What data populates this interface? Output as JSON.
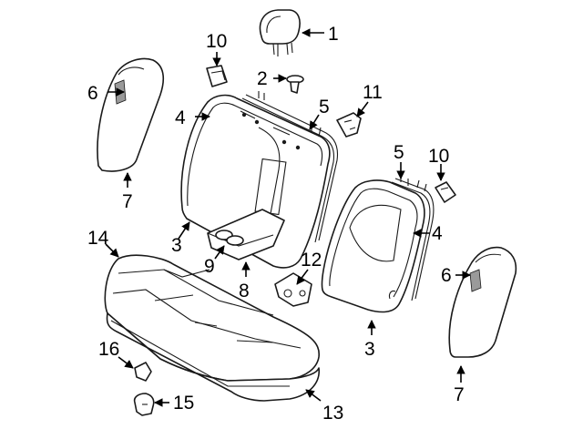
{
  "callouts": {
    "c1": "1",
    "c2": "2",
    "c3_left": "3",
    "c3_right": "3",
    "c4_left": "4",
    "c4_right": "4",
    "c5_left": "5",
    "c5_right": "5",
    "c6_left": "6",
    "c6_right": "6",
    "c7_left": "7",
    "c7_right": "7",
    "c8": "8",
    "c9": "9",
    "c10_left": "10",
    "c10_right": "10",
    "c11": "11",
    "c12": "12",
    "c13": "13",
    "c14": "14",
    "c15": "15",
    "c16": "16"
  }
}
